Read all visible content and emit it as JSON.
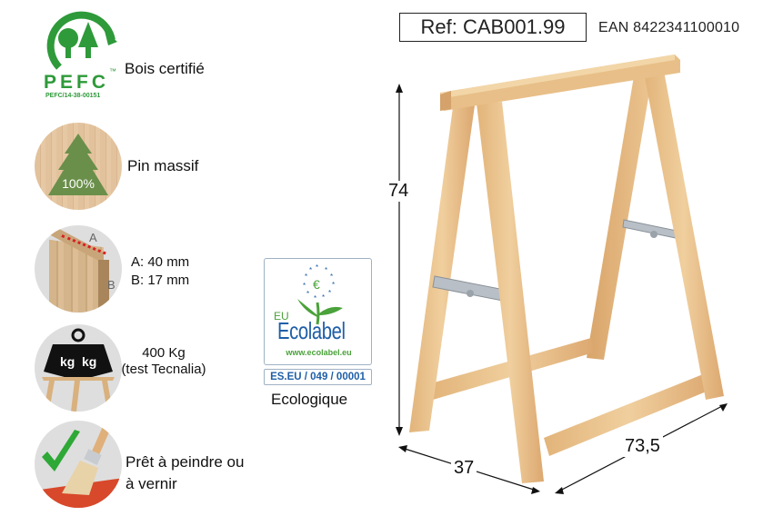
{
  "header": {
    "ref_label": "Ref: CAB001.99",
    "ean_label": "EAN 8422341100010"
  },
  "features": [
    {
      "icon": "pefc-logo-icon",
      "text": "Bois certifié",
      "logo_text": "PEFC",
      "logo_code": "PEFC/14-38-00151",
      "logo_tm": "™"
    },
    {
      "icon": "pine-tree-100-icon",
      "text": "Pin massif",
      "badge": "100%"
    },
    {
      "icon": "wood-section-icon",
      "text_a": "A: 40 mm",
      "text_b": "B: 17 mm",
      "label_a": "A",
      "label_b": "B"
    },
    {
      "icon": "weight-kg-icon",
      "text_1": "400 Kg",
      "text_2": "(test Tecnalia)",
      "weight_label": "kg"
    },
    {
      "icon": "paintbrush-check-icon",
      "text_1": "Prêt à peindre ou",
      "text_2": "à vernir"
    }
  ],
  "ecolabel": {
    "eu": "EU",
    "name": "Ecolabel",
    "url": "www.ecolabel.eu",
    "code": "ES.EU / 049 / 00001",
    "caption": "Ecologique"
  },
  "dimensions": {
    "height": "74",
    "depth": "37",
    "width": "73,5"
  },
  "colors": {
    "pefc_green": "#2e9a3a",
    "wood": "#e8c28e",
    "ecolabel_blue": "#1f5fa8",
    "ecolabel_green": "#4aa23a",
    "check_green": "#2ea836",
    "paint_red": "#d8482a"
  }
}
